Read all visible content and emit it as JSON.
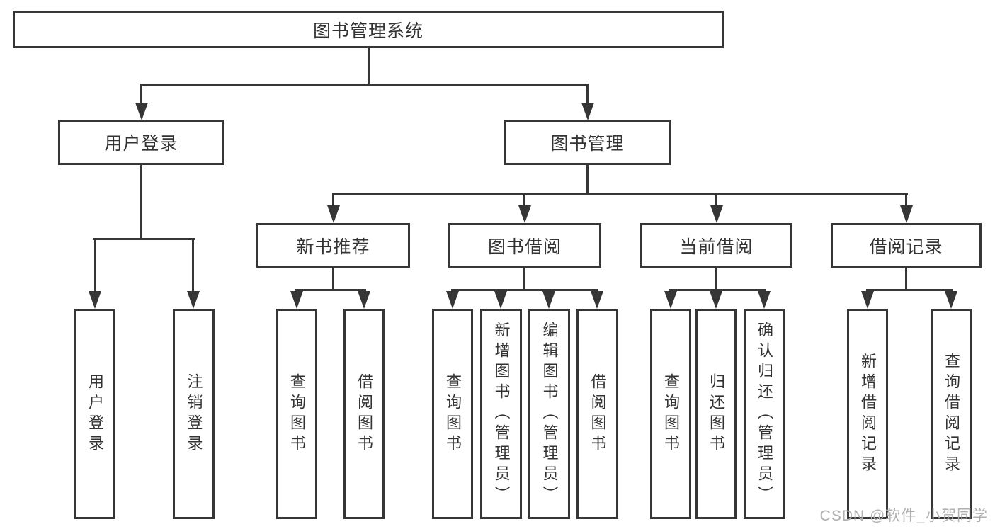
{
  "diagram": {
    "title": "图书管理系统",
    "root": {
      "label": "图书管理系统"
    },
    "branches": [
      {
        "label": "用户登录",
        "children": [
          "用户登录",
          "注销登录"
        ]
      },
      {
        "label": "图书管理",
        "children": [
          {
            "label": "新书推荐",
            "children": [
              "查询图书",
              "借阅图书"
            ]
          },
          {
            "label": "图书借阅",
            "children": [
              "查询图书",
              "新增图书（管理员）",
              "编辑图书（管理员）",
              "借阅图书"
            ]
          },
          {
            "label": "当前借阅",
            "children": [
              "查询图书",
              "归还图书",
              "确认归还（管理员）"
            ]
          },
          {
            "label": "借阅记录",
            "children": [
              "新增借阅记录",
              "查询借阅记录"
            ]
          }
        ]
      }
    ]
  },
  "watermark": "CSDN @软件_小贺同学",
  "colors": {
    "line": "#363636",
    "text": "#333333",
    "background": "#ffffff",
    "watermark": "#b0b0b0"
  }
}
